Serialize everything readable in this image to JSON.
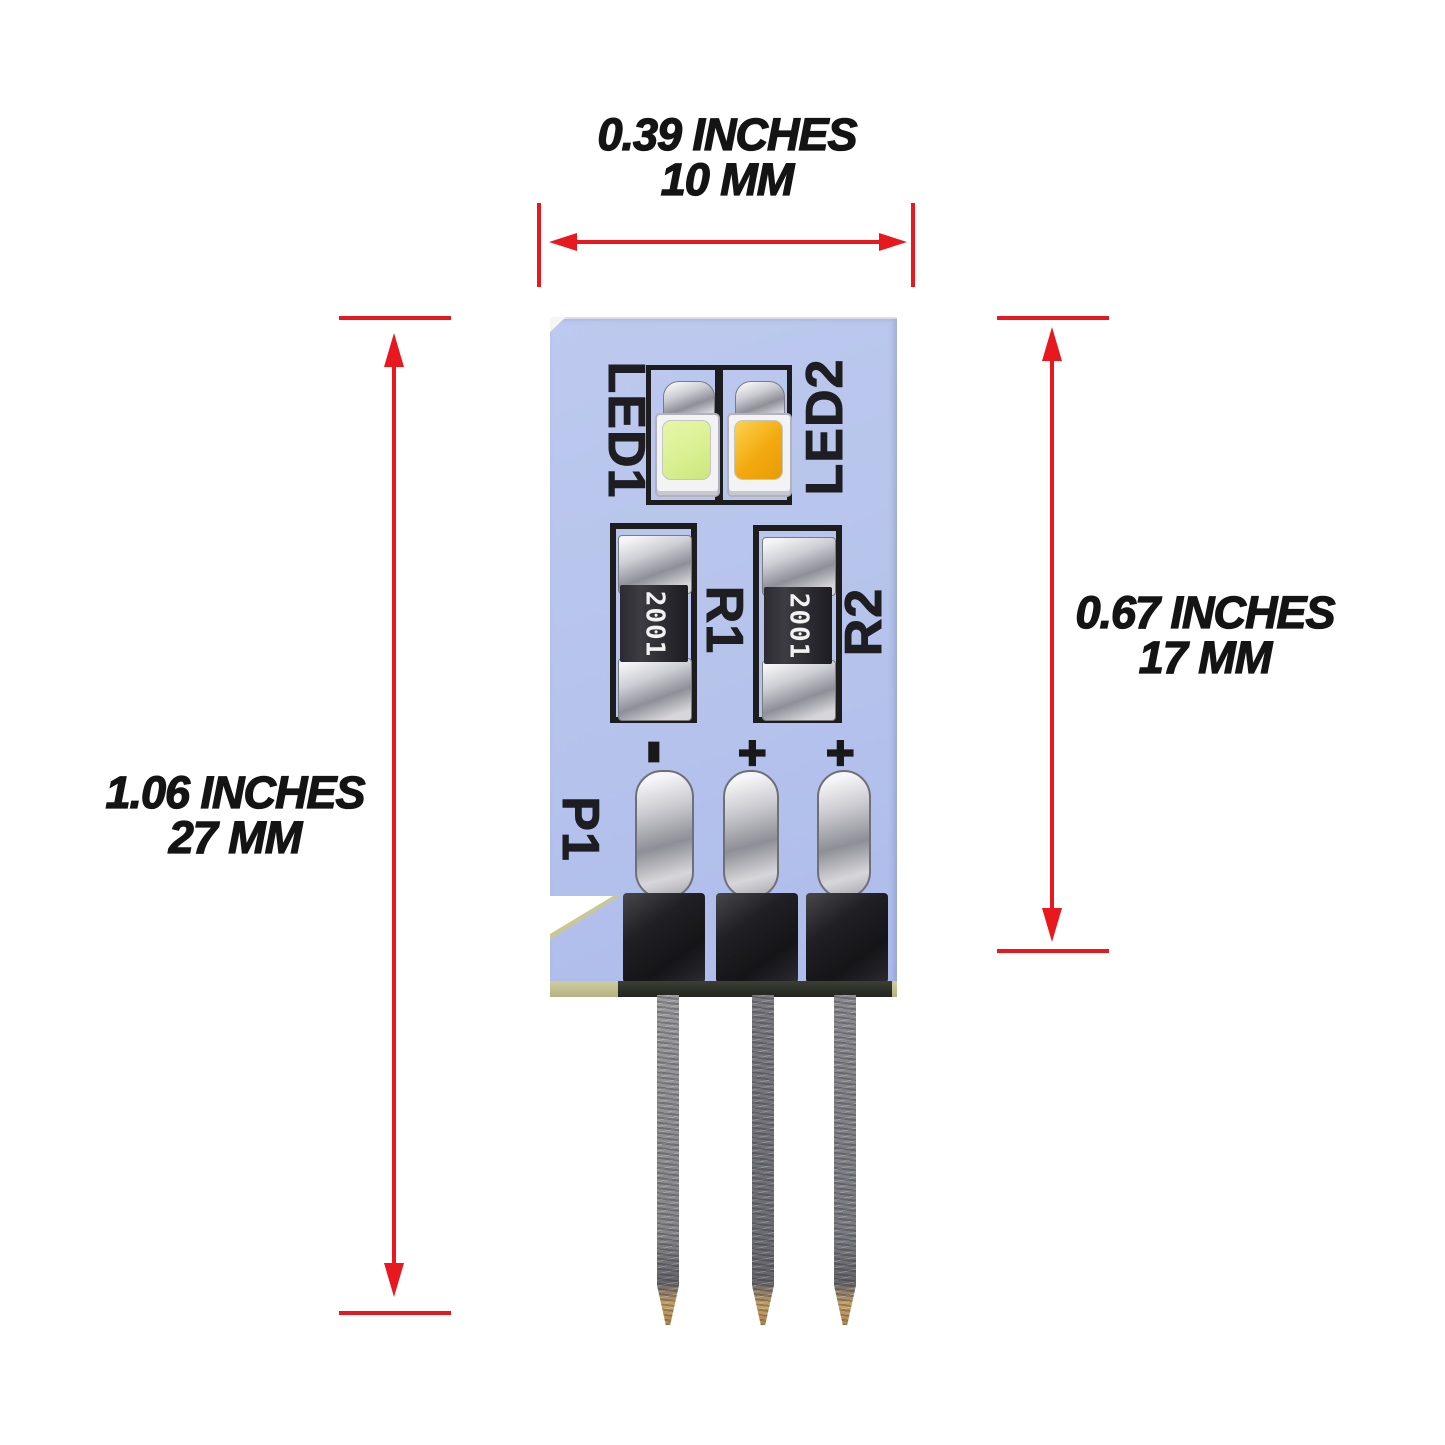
{
  "annotations": {
    "top_width": {
      "inches": "0.39 INCHES",
      "mm": "10 MM"
    },
    "overall_height": {
      "inches": "1.06 INCHES",
      "mm": "27 MM"
    },
    "body_height": {
      "inches": "0.67 INCHES",
      "mm": "17 MM"
    }
  },
  "pcb": {
    "silkscreen": {
      "led1_label": "LED1",
      "led2_label": "LED2",
      "resistor1_label": "R1",
      "resistor2_label": "R2",
      "connector_label": "P1",
      "pad1_polarity": "-",
      "pad2_polarity": "+",
      "pad3_polarity": "+"
    },
    "components": {
      "resistor1_marking": "2001",
      "resistor2_marking": "2001"
    },
    "colors": {
      "annotation_red": "#e8191e",
      "board": "#b7c4eb",
      "led1_emitter": "#daf093",
      "led2_emitter": "#f3a90e"
    }
  }
}
